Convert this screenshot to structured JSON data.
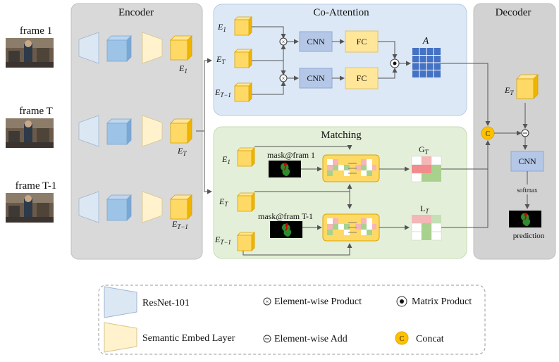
{
  "frames": {
    "frame1": "frame 1",
    "frameT": "frame T",
    "frameTm1": "frame T-1"
  },
  "panels": {
    "encoder": "Encoder",
    "coattention": "Co-Attention",
    "matching": "Matching",
    "decoder": "Decoder"
  },
  "encoder_outputs": {
    "e1": "E",
    "e1_sub": "1",
    "eT": "E",
    "eT_sub": "T",
    "eTm1": "E",
    "eTm1_sub": "T−1"
  },
  "coattention": {
    "in1": "E",
    "in1_sub": "1",
    "in2": "E",
    "in2_sub": "T",
    "in3": "E",
    "in3_sub": "T−1",
    "cnn1": "CNN",
    "fc1": "FC",
    "cnn2": "CNN",
    "fc2": "FC",
    "matrix_label": "A"
  },
  "matching": {
    "in1": "E",
    "in1_sub": "1",
    "in2": "E",
    "in2_sub": "T",
    "in3": "E",
    "in3_sub": "T−1",
    "mask1": "mask@fram 1",
    "mask2": "mask@fram T-1",
    "g_label": "G",
    "g_sub": "T",
    "l_label": "L",
    "l_sub": "T"
  },
  "decoder": {
    "in": "E",
    "in_sub": "T",
    "cnn": "CNN",
    "softmax": "softmax",
    "prediction": "prediction",
    "concat_symbol": "C"
  },
  "legend": {
    "resnet": "ResNet-101",
    "semantic": "Semantic Embed Layer",
    "elem_product": "Element-wise Product",
    "elem_add": "Element-wise Add",
    "matrix_product": "Matrix Product",
    "concat": "Concat",
    "concat_symbol": "C"
  },
  "colors": {
    "encoder_bg": "#d9d9d9",
    "coattention_bg": "#dce8f5",
    "matching_bg": "#e4efd9",
    "decoder_bg": "#d2d2d2",
    "resnet_fill": "#dce7f4",
    "cube_blue": "#9dc3e6",
    "semantic_fill": "#fff2cc",
    "feature_yellow": "#ffd966",
    "cnn_box": "#b4c7e7",
    "fc_box": "#ffe699",
    "matrix_blue": "#4472c4",
    "concat_orange": "#ffc000",
    "grid_red": "#f4b6b6",
    "grid_green": "#a9d18e"
  }
}
